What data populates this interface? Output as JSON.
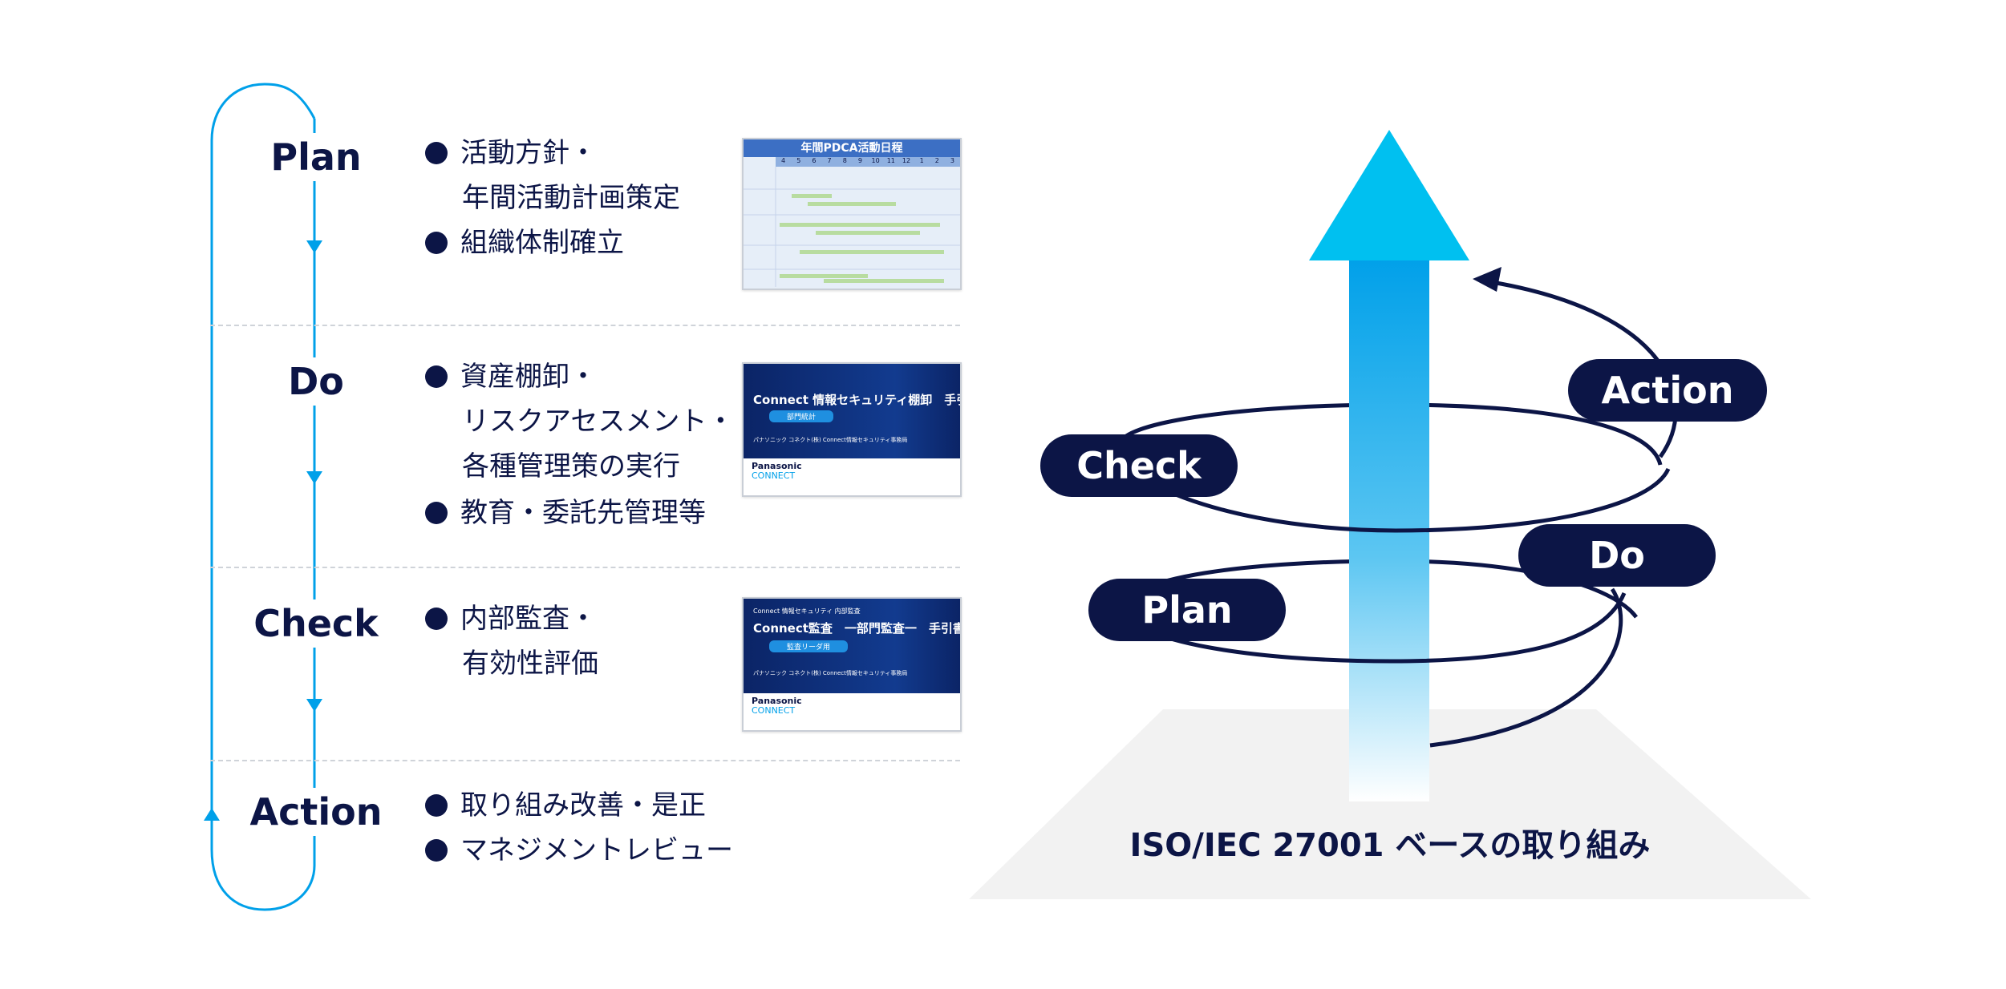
{
  "phases": [
    {
      "title": "Plan",
      "bullets": [
        [
          "活動方針・",
          "年間活動計画策定"
        ],
        [
          "組織体制確立"
        ]
      ]
    },
    {
      "title": "Do",
      "bullets": [
        [
          "資産棚卸・",
          "リスクアセスメント・",
          "各種管理策の実行"
        ],
        [
          "教育・委託先管理等"
        ]
      ]
    },
    {
      "title": "Check",
      "bullets": [
        [
          "内部監査・",
          "有効性評価"
        ]
      ]
    },
    {
      "title": "Action",
      "bullets": [
        [
          "取り組み改善・是正"
        ],
        [
          "マネジメントレビュー"
        ]
      ]
    }
  ],
  "thumbnails": {
    "plan": {
      "header": "年間PDCA活動日程",
      "months": [
        "4",
        "5",
        "6",
        "7",
        "8",
        "9",
        "10",
        "11",
        "12",
        "1",
        "2",
        "3"
      ]
    },
    "do": {
      "title": "Connect 情報セキュリティ棚卸　手引書",
      "badge": "部門統計",
      "subtitle": "パナソニック コネクト(株) Connect情報セキュリティ事務局",
      "logo_top": "Panasonic",
      "logo_bottom": "CONNECT"
    },
    "check": {
      "pretitle": "Connect 情報セキュリティ 内部監査",
      "title": "Connect監査　一部門監査一　手引書",
      "badge": "監査リーダ用",
      "subtitle": "パナソニック コネクト(株) Connect情報セキュリティ事務局",
      "logo_top": "Panasonic",
      "logo_bottom": "CONNECT"
    }
  },
  "cycle": {
    "labels": {
      "check": "Check",
      "action": "Action",
      "do": "Do",
      "plan": "Plan"
    },
    "base_label": "ISO/IEC 27001 ベースの取り組み"
  },
  "colors": {
    "navy": "#0c1546",
    "accent": "#00a0e9",
    "base": "#f2f2f2"
  }
}
